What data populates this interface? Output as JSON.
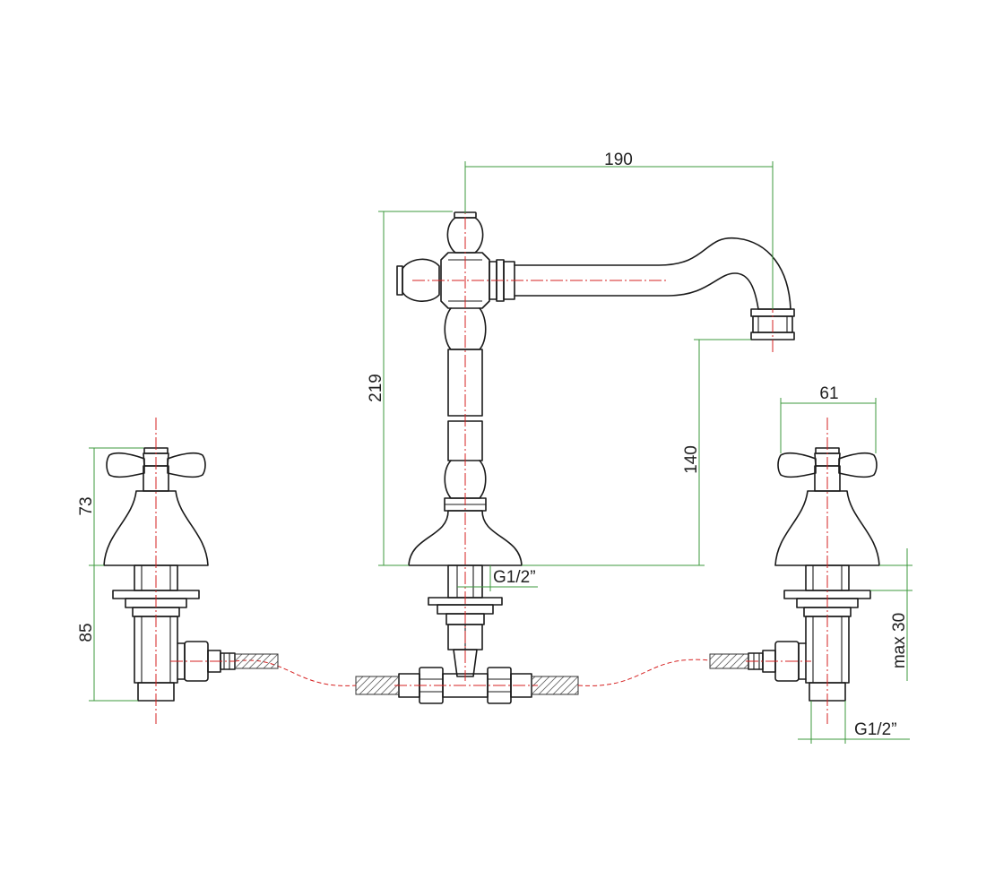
{
  "dimensions": {
    "spout_reach": "190",
    "spout_height_total": "219",
    "spout_outlet_height": "140",
    "handle_width": "61",
    "handle_height": "73",
    "valve_length": "85",
    "max_deck_thickness": "max 30",
    "thread_center": "G1/2”",
    "thread_right": "G1/2”"
  },
  "colors": {
    "outline": "#1a1a1a",
    "centerline": "#d62020",
    "dimension_line": "#3d9a3d"
  }
}
